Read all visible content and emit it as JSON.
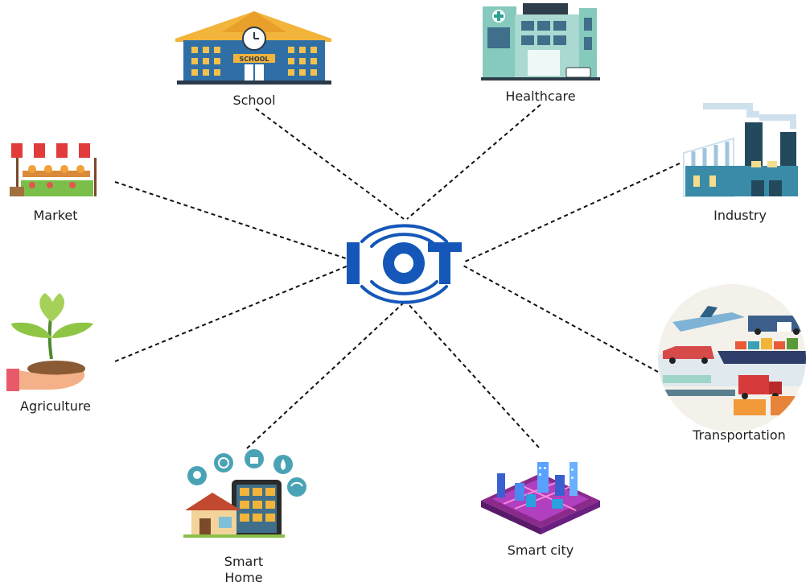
{
  "diagram": {
    "center": {
      "label": "IOT"
    },
    "nodes": [
      {
        "id": "school",
        "label": "School",
        "icon": "school-building-icon"
      },
      {
        "id": "healthcare",
        "label": "Healthcare",
        "icon": "hospital-building-icon"
      },
      {
        "id": "market",
        "label": "Market",
        "icon": "market-stall-icon"
      },
      {
        "id": "industry",
        "label": "Industry",
        "icon": "factory-icon"
      },
      {
        "id": "agriculture",
        "label": "Agriculture",
        "icon": "sprout-in-hand-icon"
      },
      {
        "id": "transportation",
        "label": "Transportation",
        "icon": "transportation-collage-icon"
      },
      {
        "id": "smart_home",
        "label": "Smart Home",
        "icon": "smart-home-phone-icon"
      },
      {
        "id": "smart_city",
        "label": "Smart city",
        "icon": "isometric-city-icon"
      }
    ],
    "school_sign": "SCHOOL",
    "colors": {
      "brand_blue": "#1457b8",
      "line": "#111111"
    }
  }
}
